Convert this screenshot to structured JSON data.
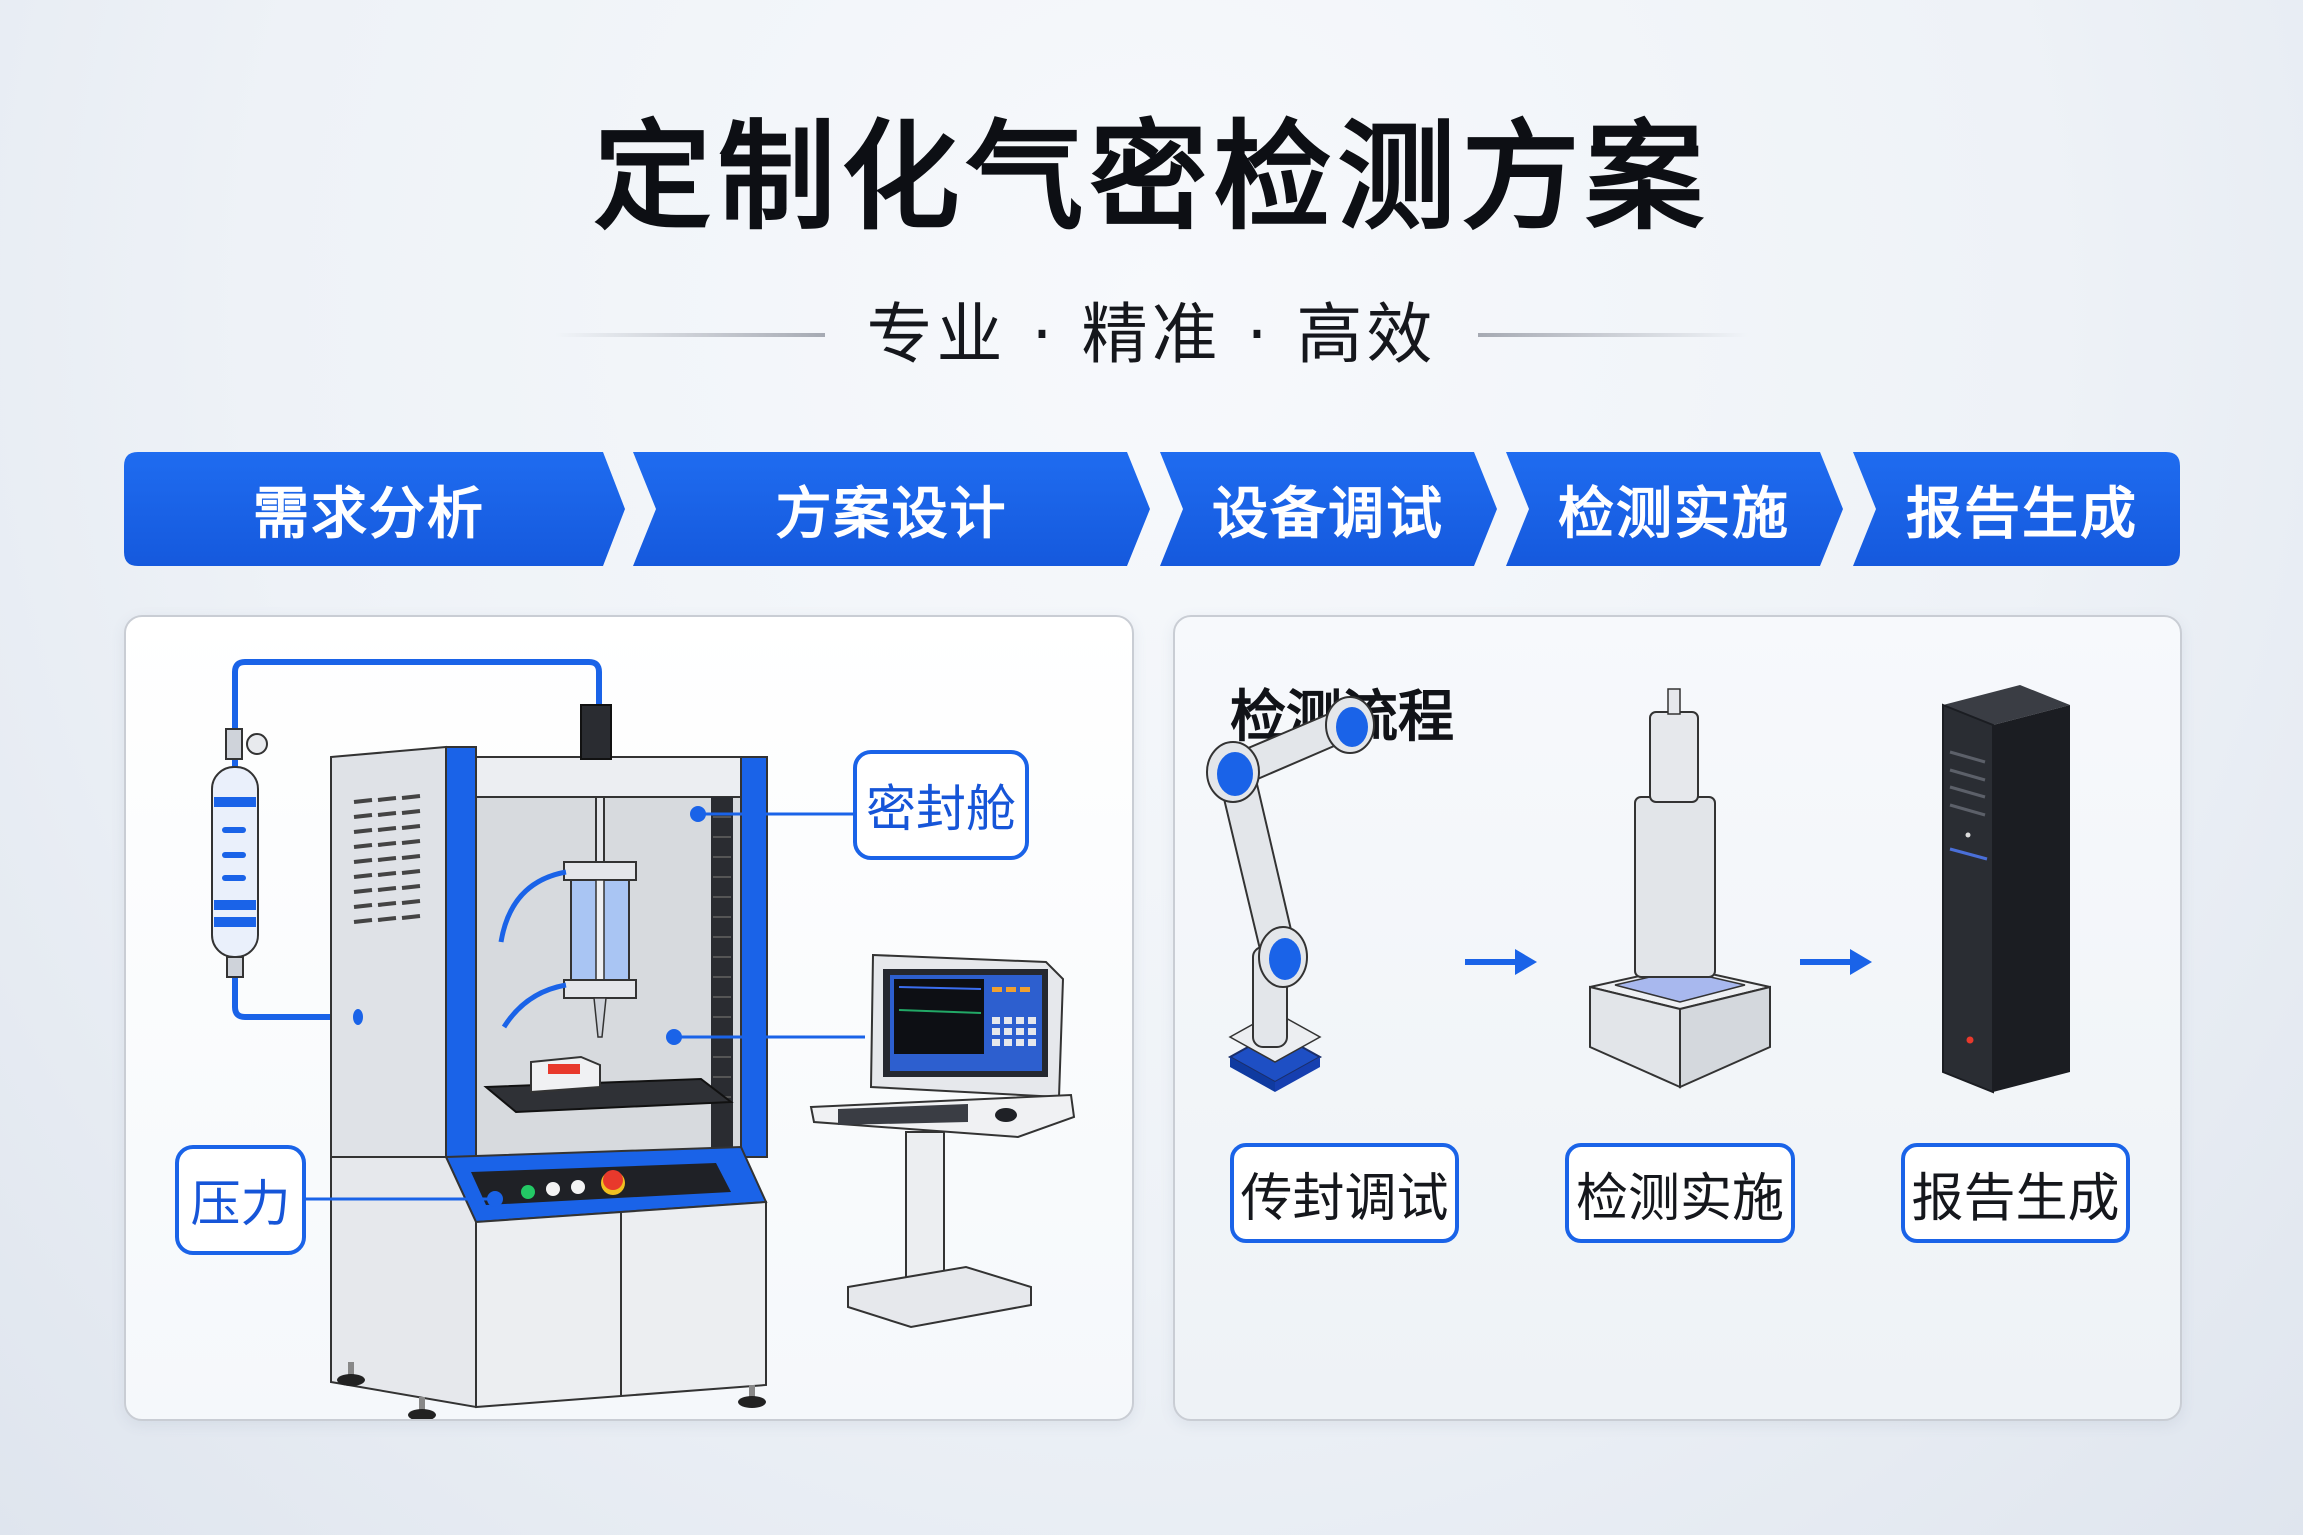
{
  "header": {
    "title": "定制化气密检测方案",
    "subtitle": "专业 · 精准 · 高效"
  },
  "process_steps": [
    {
      "label": "需求分析"
    },
    {
      "label": "方案设计"
    },
    {
      "label": "设备调试"
    },
    {
      "label": "检测实施"
    },
    {
      "label": "报告生成"
    }
  ],
  "equipment_panel": {
    "callouts": {
      "sealed_chamber": "密封舱",
      "pressure": "压力"
    },
    "icons": [
      "gas-cylinder-icon",
      "leak-test-machine-icon",
      "control-terminal-icon"
    ]
  },
  "flow_panel": {
    "title": "检测流程",
    "steps": [
      {
        "label": "传封调试",
        "icon": "robot-arm-icon"
      },
      {
        "label": "检测实施",
        "icon": "test-cylinder-icon"
      },
      {
        "label": "报告生成",
        "icon": "server-tower-icon"
      }
    ]
  },
  "colors": {
    "accent_blue": "#1a63e8",
    "title_text": "#0d0f14",
    "background": "#eef2f7",
    "panel_border": "#c9cdd4"
  }
}
